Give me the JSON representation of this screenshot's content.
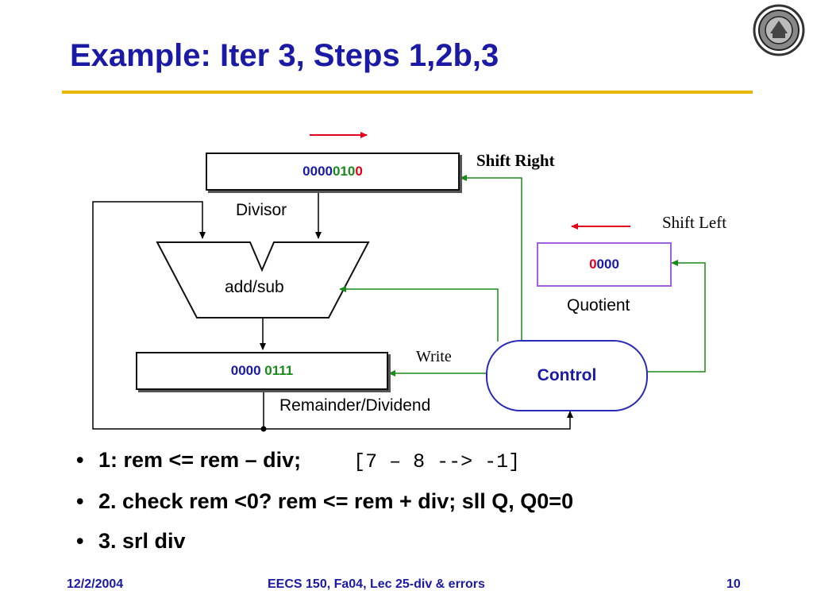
{
  "slide": {
    "title": "Example: Iter 3, Steps 1,2b,3"
  },
  "diagram": {
    "divisor_value": {
      "part1": "0000",
      "part2": "010",
      "part3": "0"
    },
    "divisor_label": "Divisor",
    "shift_right_label": "Shift Right",
    "shift_left_label": "Shift Left",
    "quotient_value": {
      "part1": "0",
      "part2": "000"
    },
    "quotient_label": "Quotient",
    "alu_label": "add/sub",
    "remainder_value": {
      "part1": "0000",
      "part2": "0111"
    },
    "remainder_label": "Remainder/Dividend",
    "write_label": "Write",
    "control_label": "Control",
    "colors": {
      "blue": "#1a1aa6",
      "red": "#e0001b",
      "green": "#1a8a1a",
      "rule": "#e8b800"
    }
  },
  "bullets": [
    {
      "text": "1: rem <= rem – div;",
      "note": "[7 – 8 --> -1]"
    },
    {
      "text": "2. check rem <0?  rem <= rem + div; sll Q, Q0=0"
    },
    {
      "text": "3. srl div"
    }
  ],
  "footer": {
    "date": "12/2/2004",
    "course": "EECS 150, Fa04, Lec 25-div & errors",
    "page": "10"
  }
}
